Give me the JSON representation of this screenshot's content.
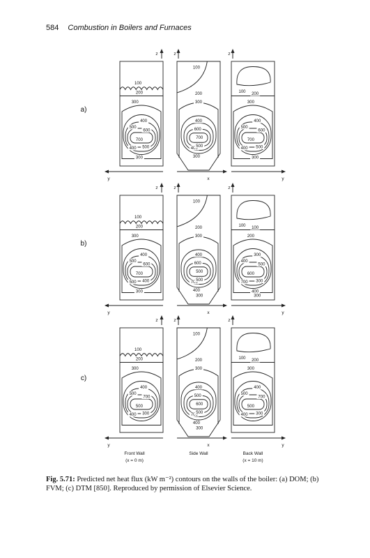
{
  "header": {
    "page_number": "584",
    "running_title": "Combustion in Boilers and Furnaces"
  },
  "figure": {
    "rows": [
      {
        "label": "a)",
        "front": [
          "100",
          "200",
          "300",
          "400",
          "500",
          "600",
          "700",
          "400",
          "500",
          "300"
        ],
        "side": [
          "100",
          "200",
          "300",
          "400",
          "600",
          "700",
          "400",
          "500",
          "300"
        ],
        "back": [
          "100",
          "200",
          "300",
          "400",
          "500",
          "600",
          "700",
          "400",
          "500",
          "300"
        ]
      },
      {
        "label": "b)",
        "front": [
          "100",
          "200",
          "300",
          "400",
          "500",
          "600",
          "700",
          "500",
          "400",
          "300"
        ],
        "side": [
          "100",
          "200",
          "300",
          "400",
          "600",
          "500",
          "700",
          "500",
          "400",
          "300"
        ],
        "back": [
          "100",
          "100",
          "200",
          "300",
          "400",
          "500",
          "600",
          "700",
          "300",
          "400",
          "300"
        ]
      },
      {
        "label": "c)",
        "front": [
          "100",
          "200",
          "300",
          "400",
          "500",
          "700",
          "500",
          "400",
          "300"
        ],
        "side": [
          "100",
          "200",
          "300",
          "400",
          "500",
          "600",
          "700",
          "500",
          "400",
          "300"
        ],
        "back": [
          "100",
          "200",
          "300",
          "400",
          "500",
          "700",
          "500",
          "400",
          "300"
        ]
      }
    ],
    "axes": {
      "z": "z",
      "y": "y",
      "x": "x"
    },
    "wall_labels": {
      "front": {
        "name": "Front Wall",
        "pos": "(x = 0 m)"
      },
      "side": {
        "name": "Side Wall"
      },
      "back": {
        "name": "Back Wall",
        "pos": "(x = 10 m)"
      }
    }
  },
  "caption": {
    "fig": "Fig. 5.71:",
    "text": "Predicted net heat flux (kW m⁻²) contours on the walls of the boiler: (a) DOM; (b) FVM; (c) DTM [850]. Reproduced by permission of Elsevier Science."
  }
}
